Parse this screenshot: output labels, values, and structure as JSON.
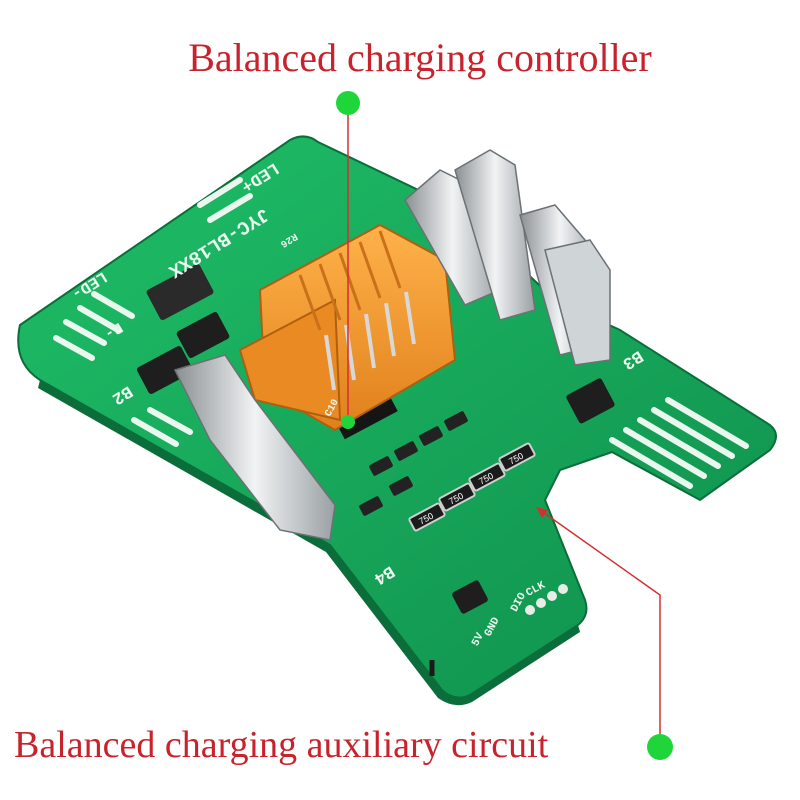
{
  "callouts": {
    "top_label": "Balanced charging controller",
    "bottom_label": "Balanced charging auxiliary circuit"
  },
  "board": {
    "silkscreen": {
      "model": "JYC-BL18XX",
      "led_plus": "LED+",
      "led_minus": "LED-",
      "b_minus": "B-",
      "b2": "B2",
      "b3": "B3",
      "b4": "B4",
      "clk": "CLK",
      "dio": "DIO",
      "gnd": "GND",
      "v5": "5V",
      "r26": "R26",
      "c10": "C10",
      "res_750": "750"
    }
  },
  "colors": {
    "label": "#c8232c",
    "marker": "#1fd63a",
    "pcb": "#17a65a",
    "connector": "#f29a2e",
    "leader": "#d23030"
  }
}
